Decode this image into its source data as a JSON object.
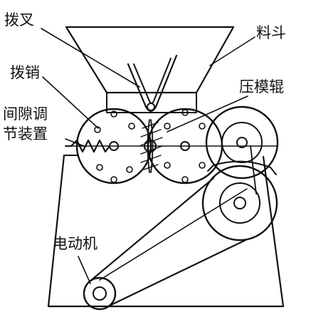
{
  "labels": {
    "fork": "拨叉",
    "hopper": "料斗",
    "pin": "拨销",
    "gap_line1": "间隙调",
    "gap_line2": "节装置",
    "press_roller": "压模辊",
    "motor": "电动机"
  }
}
